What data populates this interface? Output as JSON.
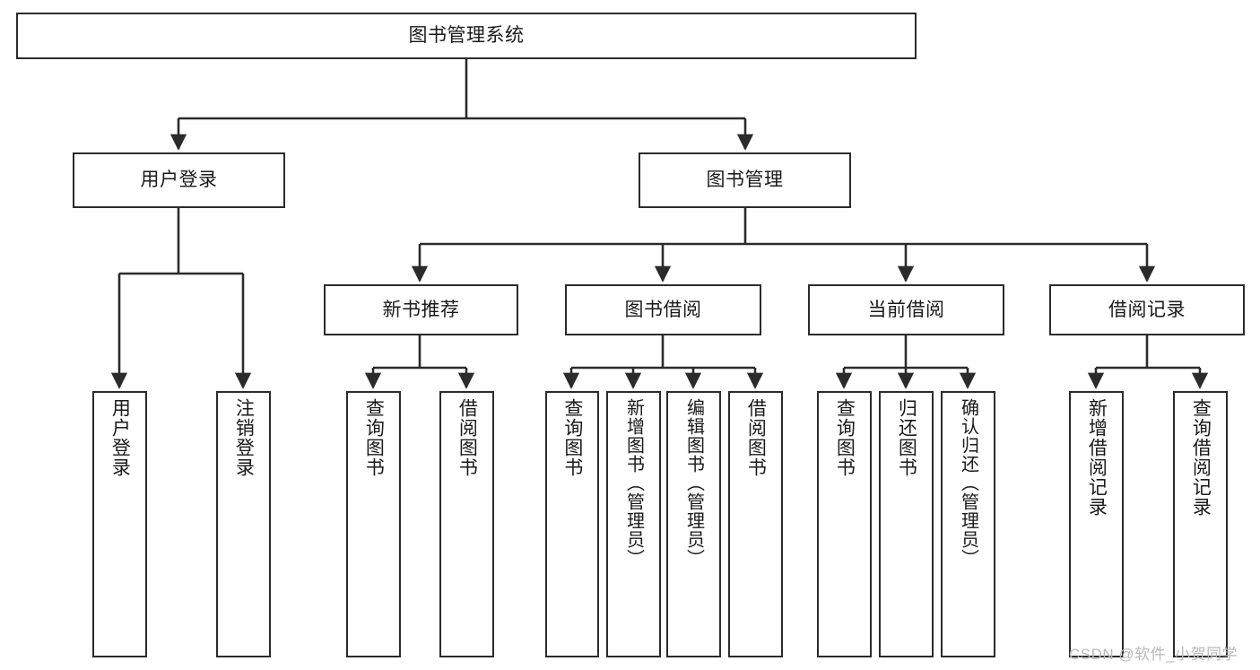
{
  "diagram": {
    "type": "tree-hierarchy",
    "title": "图书管理系统",
    "colors": {
      "box_border": "#2b2b2b",
      "box_fill": "#ffffff",
      "line": "#2b2b2b",
      "text": "#1a1a1a",
      "watermark": "#b9b9b9",
      "background": "#ffffff"
    },
    "root": {
      "label": "图书管理系统"
    },
    "level2": [
      {
        "label": "用户登录"
      },
      {
        "label": "图书管理"
      }
    ],
    "level3": [
      {
        "label": "新书推荐"
      },
      {
        "label": "图书借阅"
      },
      {
        "label": "当前借阅"
      },
      {
        "label": "借阅记录"
      }
    ],
    "leaves": {
      "user_login": [
        {
          "label": "用户登录"
        },
        {
          "label": "注销登录"
        }
      ],
      "new_book_recommend": [
        {
          "label": "查询图书"
        },
        {
          "label": "借阅图书"
        }
      ],
      "book_borrow": [
        {
          "label": "查询图书"
        },
        {
          "label": "新增图书（管理员）"
        },
        {
          "label": "编辑图书（管理员）"
        },
        {
          "label": "借阅图书"
        }
      ],
      "current_borrow": [
        {
          "label": "查询图书"
        },
        {
          "label": "归还图书"
        },
        {
          "label": "确认归还（管理员）"
        }
      ],
      "borrow_record": [
        {
          "label": "新增借阅记录"
        },
        {
          "label": "查询借阅记录"
        }
      ]
    },
    "watermark": "CSDN @软件_小贺同学"
  }
}
